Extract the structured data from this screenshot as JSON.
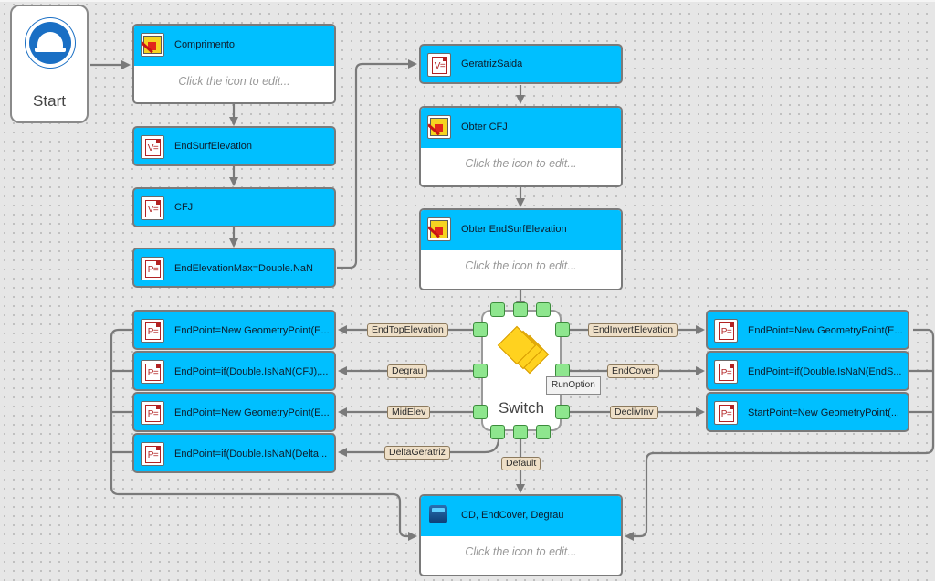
{
  "start": {
    "label": "Start",
    "icon": "hardhat-logo-icon"
  },
  "placeholder_text": "Click the icon to edit...",
  "nodes": {
    "comprimento": {
      "title": "Comprimento",
      "icon": "macro-icon"
    },
    "end_surf_elevation": {
      "title": "EndSurfElevation",
      "icon": "variable-icon",
      "glyph": "V="
    },
    "cfj": {
      "title": "CFJ",
      "icon": "variable-icon",
      "glyph": "V="
    },
    "end_elevation_max": {
      "title": "EndElevationMax=Double.NaN",
      "icon": "parameter-icon",
      "glyph": "P="
    },
    "geratriz_saida": {
      "title": "GeratrizSaida",
      "icon": "variable-icon",
      "glyph": "V="
    },
    "obter_cfj": {
      "title": "Obter CFJ",
      "icon": "macro-icon"
    },
    "obter_end_surf_elevation": {
      "title": "Obter EndSurfElevation",
      "icon": "macro-icon"
    },
    "left_1": {
      "title": "EndPoint=New GeometryPoint(E...",
      "icon": "parameter-icon",
      "glyph": "P="
    },
    "left_2": {
      "title": "EndPoint=if(Double.IsNaN(CFJ),...",
      "icon": "parameter-icon",
      "glyph": "P="
    },
    "left_3": {
      "title": "EndPoint=New GeometryPoint(E...",
      "icon": "parameter-icon",
      "glyph": "P="
    },
    "left_4": {
      "title": "EndPoint=if(Double.IsNaN(Delta...",
      "icon": "parameter-icon",
      "glyph": "P="
    },
    "right_1": {
      "title": "EndPoint=New GeometryPoint(E...",
      "icon": "parameter-icon",
      "glyph": "P="
    },
    "right_2": {
      "title": "EndPoint=if(Double.IsNaN(EndS...",
      "icon": "parameter-icon",
      "glyph": "P="
    },
    "right_3": {
      "title": "StartPoint=New GeometryPoint(...",
      "icon": "parameter-icon",
      "glyph": "P="
    },
    "cd_endcover": {
      "title": "CD, EndCover, Degrau",
      "icon": "database-icon"
    }
  },
  "switch": {
    "label": "Switch",
    "icon": "switch-diamond-icon"
  },
  "edge_labels": {
    "end_top_elevation": "EndTopElevation",
    "degrau": "Degrau",
    "mid_elev": "MidElev",
    "delta_geratriz": "DeltaGeratriz",
    "end_invert_elevation": "EndInvertElevation",
    "end_cover": "EndCover",
    "decliv_inv": "DeclivInv",
    "default": "Default"
  },
  "tooltip": "RunOption",
  "colors": {
    "node_header": "#00bfff",
    "wire": "#7a7a7a",
    "port": "#8ee68e",
    "edge_label_bg": "#eedfc7"
  }
}
